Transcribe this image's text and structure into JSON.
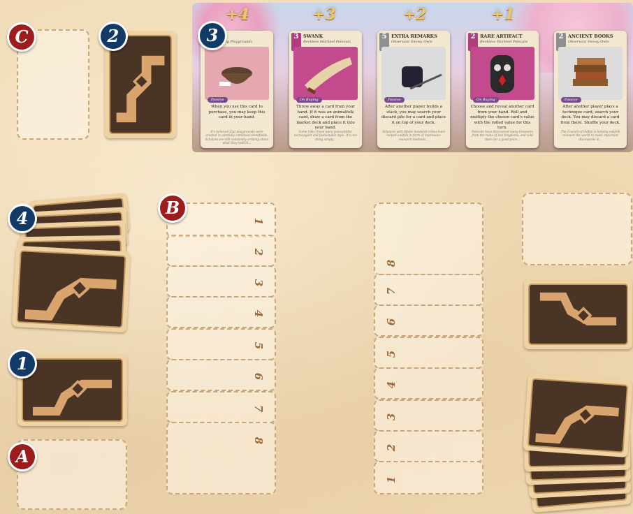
{
  "badges": {
    "c": "C",
    "two": "2",
    "three": "3",
    "four": "4",
    "b": "B",
    "one": "1",
    "a": "A"
  },
  "market": {
    "bonuses": [
      "+4",
      "+3",
      "+2",
      "+1"
    ],
    "cards": [
      {
        "title": "",
        "subtitle": "...anting Playgrounds",
        "cost": "",
        "tag": "Passive",
        "body": "When you use this card to purchase, you may keep this card in your hand.",
        "flavor": "It's believed that playgrounds were created in carefully combined standfields. Scholars are still constantly arriving about what they hold in...",
        "art_color": "#e6a8b0",
        "cost_color": "#d06a8a"
      },
      {
        "title": "SWANK",
        "subtitle": "Reckless Marbled Polecats",
        "cost": "3",
        "tag": "On Buying",
        "body": "Throw away a card from your hand. If it was an animalfolk card, draw a card from the market deck and place it into your hand.",
        "flavor": "Some folks frown upon polecatfolks' extravagant and fashionable style. It's one thing simply...",
        "art_color": "#c24b8d",
        "cost_color": "#b23c80"
      },
      {
        "title": "EXTRA REMARKS",
        "subtitle": "Observant Snowy Owls",
        "cost": "5",
        "tag": "Passive",
        "body": "After another player builds a stack, you may search your discard pile for a card and place it on top of your deck.",
        "flavor": "Alliances with Mistic hawkfolk tribes have helped owlfolk in form of impressive research methods...",
        "art_color": "#d8d8d8",
        "cost_color": "#8f8f8f"
      },
      {
        "title": "RARE ARTIFACT",
        "subtitle": "Reckless Marbled Polecats",
        "cost": "2",
        "tag": "On Buying",
        "body": "Choose and reveal another card from your hand. Roll and multiply the chosen card's value with the rolled value for this turn.",
        "flavor": "Polecats have discovered many treasures from the ruins of lost kingdoms, and sold them for a good price...",
        "art_color": "#c24b8d",
        "cost_color": "#b23c80"
      },
      {
        "title": "ANCIENT BOOKS",
        "subtitle": "Observant Snowy Owls",
        "cost": "2",
        "tag": "Passive",
        "body": "After another player plays a technique card, search your deck. You may discard a card from there. Shuffle your deck.",
        "flavor": "The Council of Ovlkin is helping owlfolk reinvent the world to make important discoveries in...",
        "art_color": "#d8d8d8",
        "cost_color": "#8f8f8f"
      }
    ]
  },
  "track_b": [
    "1",
    "2",
    "3",
    "4",
    "5",
    "6",
    "7",
    "8"
  ],
  "track_mid": [
    "8",
    "7",
    "6",
    "5",
    "4",
    "3",
    "2",
    "1"
  ]
}
